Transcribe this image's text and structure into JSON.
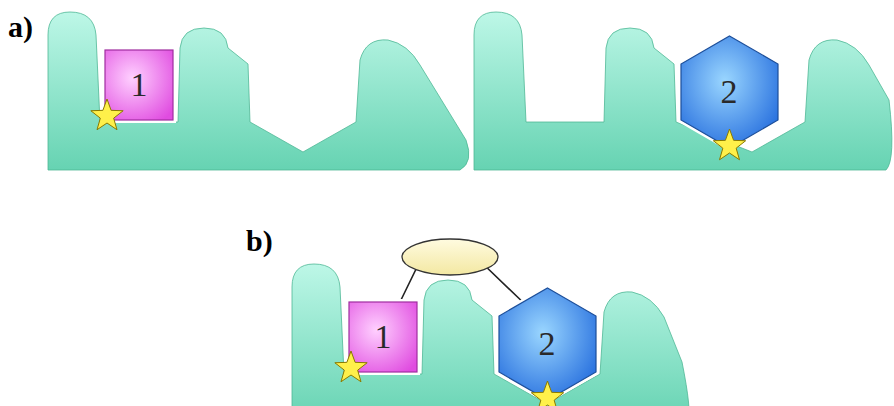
{
  "diagram": {
    "nodes": [
      {
        "text": [
          "1"
        ]
      },
      {
        "text": [
          "2"
        ]
      },
      {
        "text": [
          "1"
        ]
      },
      {
        "text": [
          "2"
        ]
      }
    ],
    "edges": [
      {
        "from": 2,
        "to": 3,
        "arrow": "none"
      }
    ],
    "labels": [
      "a)",
      "b)"
    ]
  }
}
